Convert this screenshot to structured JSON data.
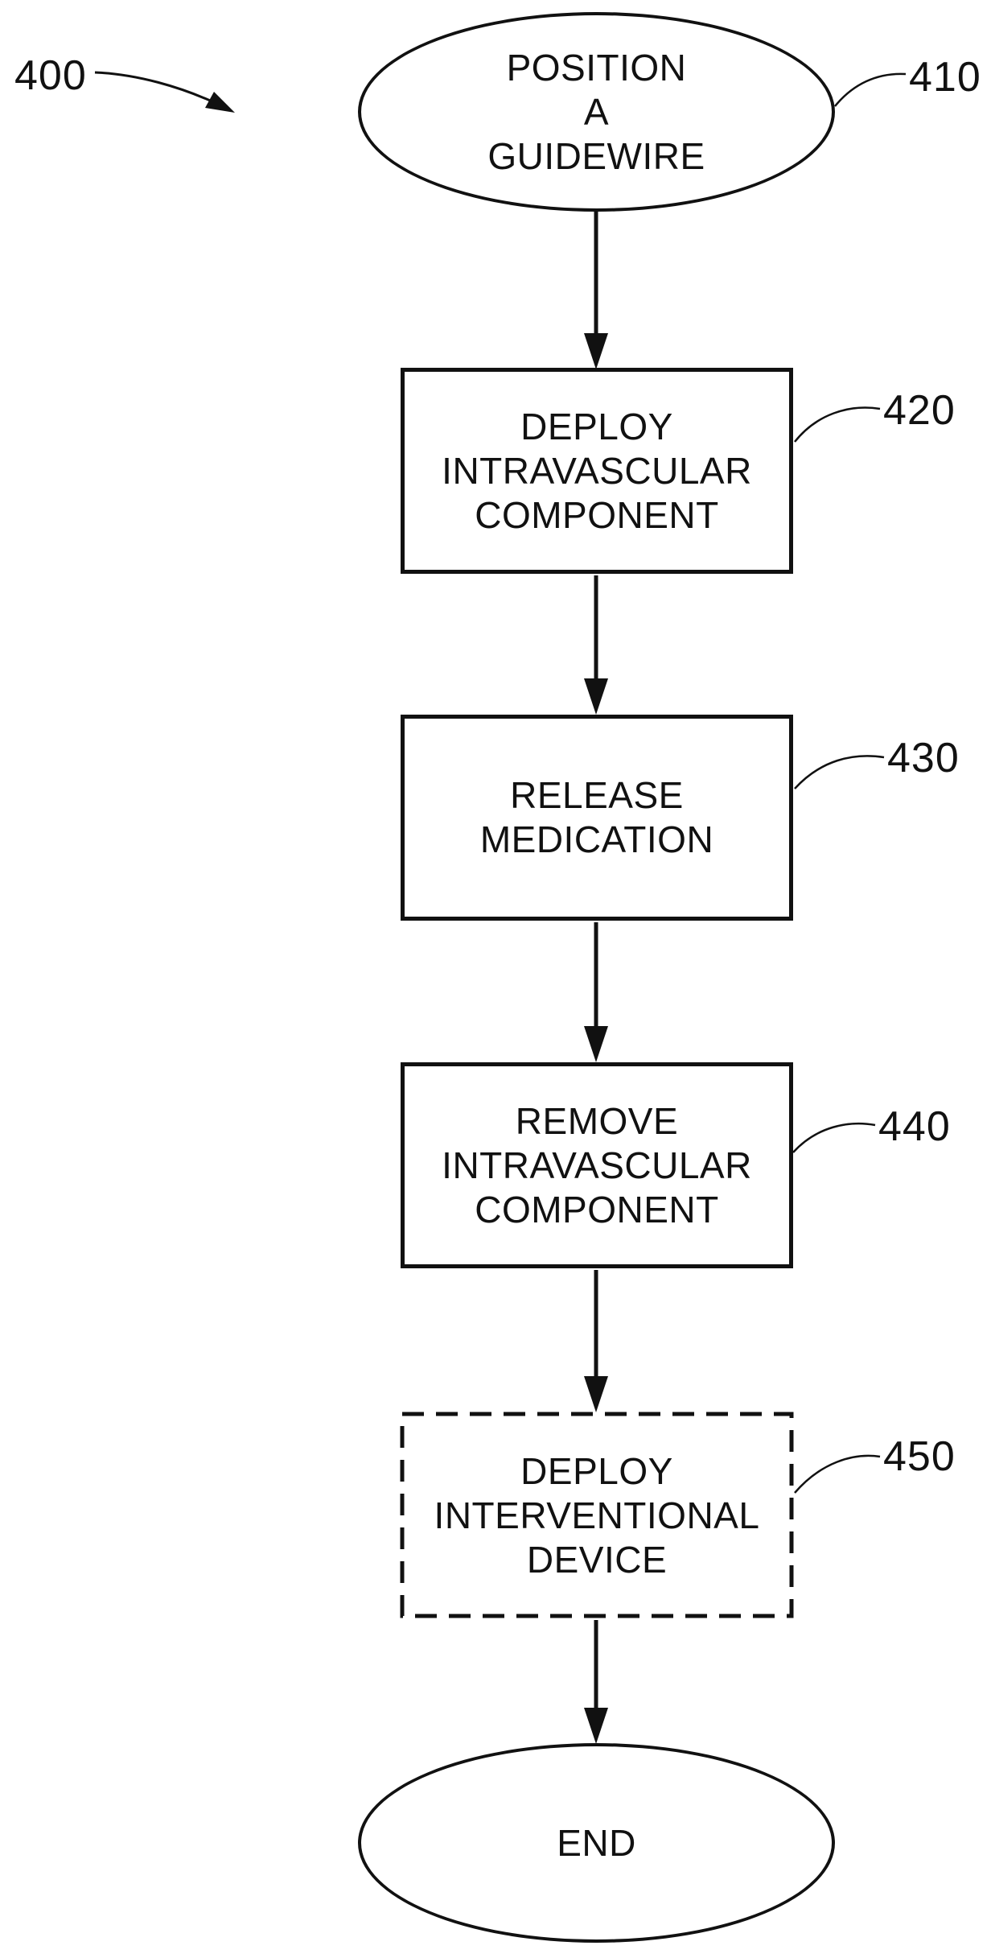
{
  "figure": {
    "type": "flowchart",
    "background_color": "#ffffff",
    "ink_color": "#111111",
    "reference_label": "400",
    "nodes": [
      {
        "id": "position-a-guidewire",
        "shape": "ellipse",
        "label": "POSITION\nA\nGUIDEWIRE",
        "ref": "410"
      },
      {
        "id": "deploy-intravascular-component",
        "shape": "rectangle",
        "label": "DEPLOY\nINTRAVASCULAR\nCOMPONENT",
        "ref": "420"
      },
      {
        "id": "release-medication",
        "shape": "rectangle",
        "label": "RELEASE\nMEDICATION",
        "ref": "430"
      },
      {
        "id": "remove-intravascular-component",
        "shape": "rectangle",
        "label": "REMOVE\nINTRAVASCULAR\nCOMPONENT",
        "ref": "440"
      },
      {
        "id": "deploy-interventional-device",
        "shape": "rectangle-dashed",
        "label": "DEPLOY\nINTERVENTIONAL\nDEVICE",
        "ref": "450"
      },
      {
        "id": "end",
        "shape": "ellipse",
        "label": "END"
      }
    ]
  }
}
